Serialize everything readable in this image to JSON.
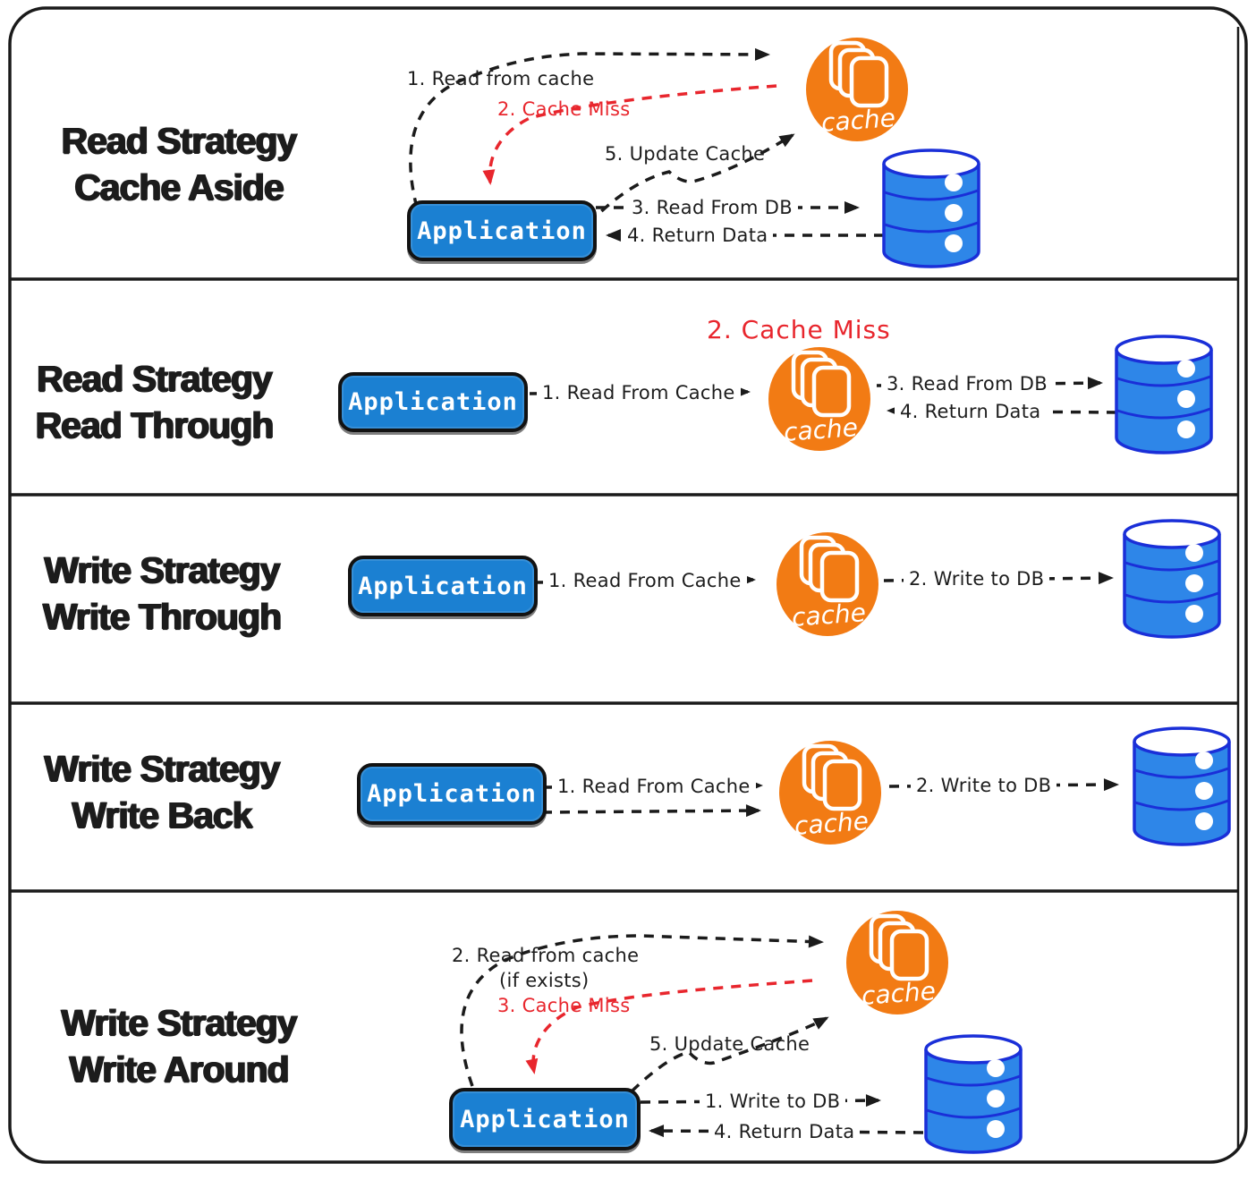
{
  "diagram_title": "Caching strategies",
  "colors": {
    "ink": "#1b1b1b",
    "red": "#e8262d",
    "cache_orange": "#f27b14",
    "db_fill": "#2e86e8",
    "db_ink": "#1a2fd8",
    "app_blue": "#1b80d2"
  },
  "rows": [
    {
      "id": "read-strategy-cache-aside",
      "title1": "Read Strategy",
      "title2": "Cache Aside",
      "app": "Application",
      "cache": "cache",
      "l_read": "1. Read from cache",
      "l_miss": "2. Cache Miss",
      "l_update": "5. Update Cache",
      "l_readdb": "3. Read From DB",
      "l_return": "4. Return Data"
    },
    {
      "id": "read-strategy-read-through",
      "title1": "Read Strategy",
      "title2": "Read Through",
      "app": "Application",
      "cache": "cache",
      "l_miss": "2. Cache Miss",
      "l_read": "1. Read From Cache",
      "l_readdb": "3. Read From DB",
      "l_return": "4. Return Data"
    },
    {
      "id": "write-strategy-write-through",
      "title1": "Write Strategy",
      "title2": "Write Through",
      "app": "Application",
      "cache": "cache",
      "l_read": "1. Read From Cache",
      "l_write": "2. Write to DB"
    },
    {
      "id": "write-strategy-write-back",
      "title1": "Write Strategy",
      "title2": "Write Back",
      "app": "Application",
      "cache": "cache",
      "l_read": "1. Read From Cache",
      "l_write": "2. Write to DB"
    },
    {
      "id": "write-strategy-write-around",
      "title1": "Write Strategy",
      "title2": "Write Around",
      "app": "Application",
      "cache": "cache",
      "l_read": "2. Read from cache",
      "l_if": "(if exists)",
      "l_miss": "3. Cache Miss",
      "l_update": "5. Update Cache",
      "l_write": "1. Write to DB",
      "l_return": "4. Return Data"
    }
  ]
}
